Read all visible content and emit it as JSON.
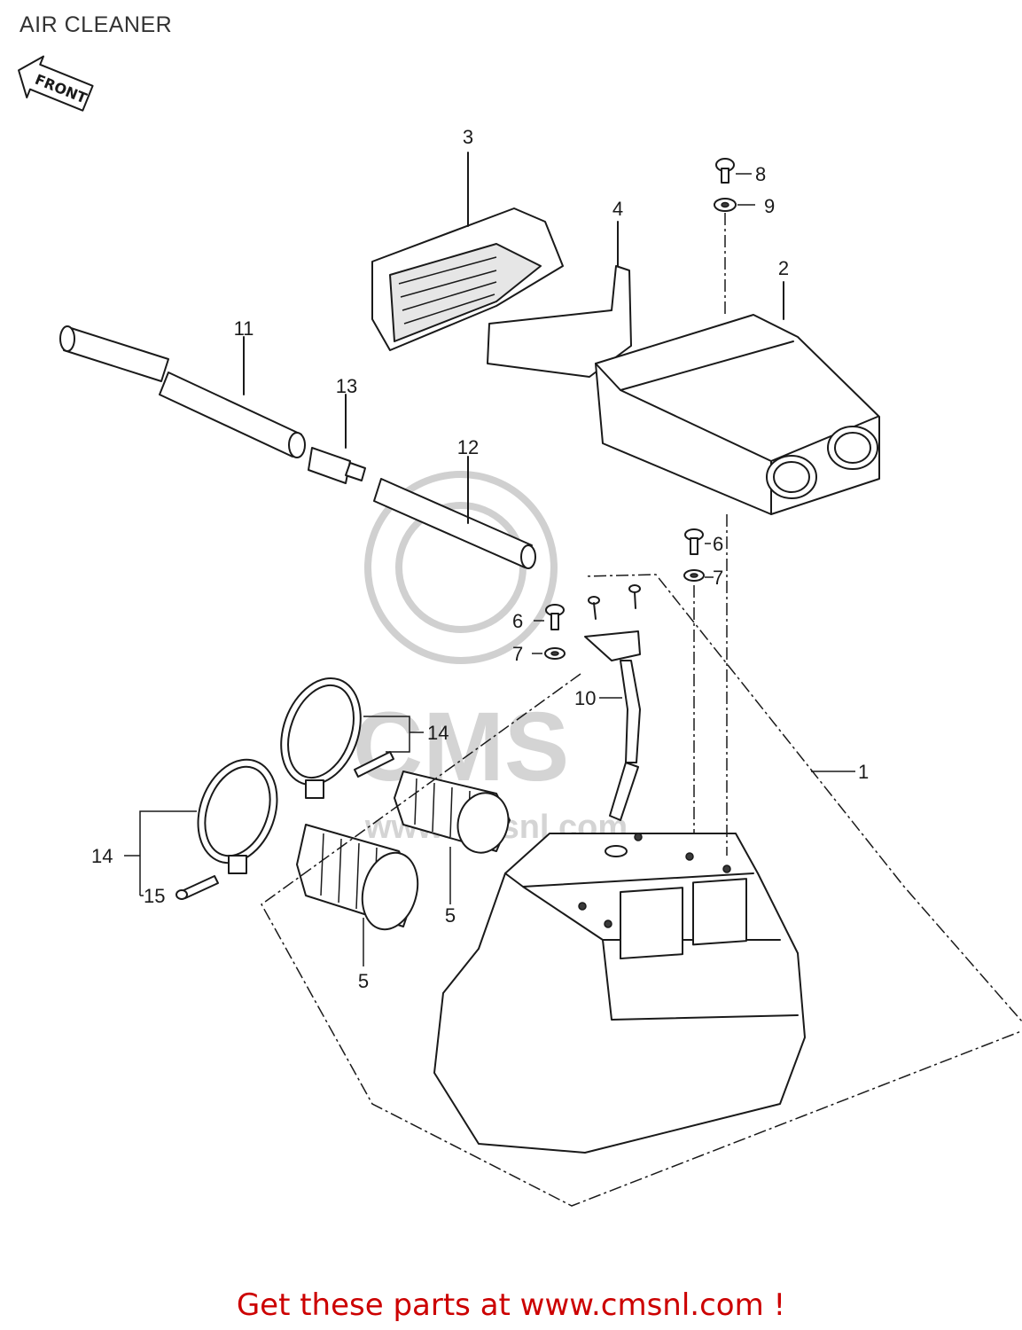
{
  "page": {
    "title": "AIR CLEANER",
    "footer_text": "Get these parts at www.cmsnl.com !",
    "front_arrow_label": "FRONT",
    "watermark_text": "CMS",
    "watermark_url": "www.cmsnl.com"
  },
  "callouts": {
    "c1": "1",
    "c2": "2",
    "c3": "3",
    "c4": "4",
    "c5a": "5",
    "c5b": "5",
    "c6a": "6",
    "c6b": "6",
    "c7a": "7",
    "c7b": "7",
    "c8": "8",
    "c9": "9",
    "c10": "10",
    "c11": "11",
    "c12": "12",
    "c13": "13",
    "c14a": "14",
    "c14b": "14",
    "c15": "15"
  },
  "colors": {
    "footer": "#cc0000",
    "title": "#333333",
    "line": "#1a1a1a",
    "watermark": "#d0d0d0"
  }
}
